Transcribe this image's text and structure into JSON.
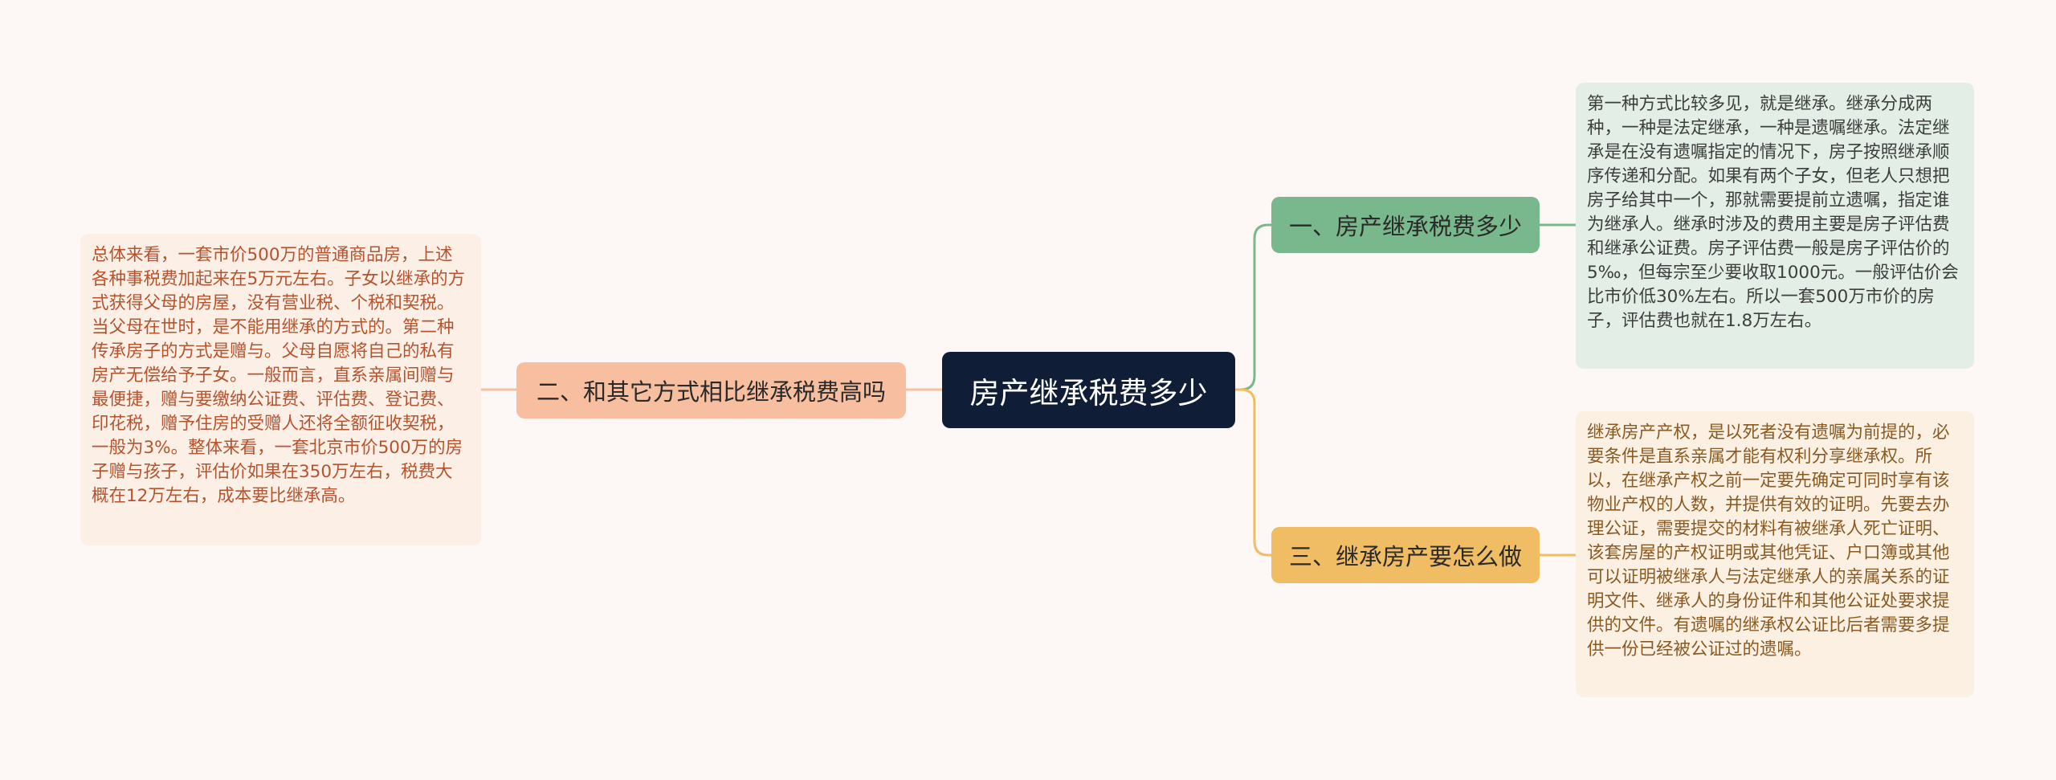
{
  "mindmap": {
    "root": {
      "label": "房产继承税费多少"
    },
    "branches": [
      {
        "label": "一、房产继承税费多少",
        "detail": "第一种方式比较多见，就是继承。继承分成两种，一种是法定继承，一种是遗嘱继承。法定继承是在没有遗嘱指定的情况下，房子按照继承顺序传递和分配。如果有两个子女，但老人只想把房子给其中一个，那就需要提前立遗嘱，指定谁为继承人。继承时涉及的费用主要是房子评估费和继承公证费。房子评估费一般是房子评估价的5‰，但每宗至少要收取1000元。一般评估价会比市价低30%左右。所以一套500万市价的房子，评估费也就在1.8万左右。"
      },
      {
        "label": "二、和其它方式相比继承税费高吗",
        "detail": "总体来看，一套市价500万的普通商品房，上述各种事税费加起来在5万元左右。子女以继承的方式获得父母的房屋，没有营业税、个税和契税。当父母在世时，是不能用继承的方式的。第二种传承房子的方式是赠与。父母自愿将自己的私有房产无偿给予子女。一般而言，直系亲属间赠与最便捷，赠与要缴纳公证费、评估费、登记费、印花税，赠予住房的受赠人还将全额征收契税，一般为3%。整体来看，一套北京市价500万的房子赠与孩子，评估价如果在350万左右，税费大概在12万左右，成本要比继承高。"
      },
      {
        "label": "三、继承房产要怎么做",
        "detail": "继承房产产权，是以死者没有遗嘱为前提的，必要条件是直系亲属才能有权利分享继承权。所以，在继承产权之前一定要先确定可同时享有该物业产权的人数，并提供有效的证明。先要去办理公证，需要提交的材料有被继承人死亡证明、该套房屋的产权证明或其他凭证、户口簿或其他可以证明被继承人与法定继承人的亲属关系的证明文件、继承人的身份证件和其他公证处要求提供的文件。有遗嘱的继承权公证比后者需要多提供一份已经被公证过的遗嘱。"
      }
    ]
  },
  "colors": {
    "background": "#fdf8f5",
    "root": "#0f1e36",
    "branch_green": "#79b88c",
    "branch_peach": "#f7bf9f",
    "branch_orange": "#f0bd64",
    "leaf_green": "#e3efe6",
    "leaf_peach": "#fcefe6",
    "leaf_orange": "#fbf0e2"
  }
}
